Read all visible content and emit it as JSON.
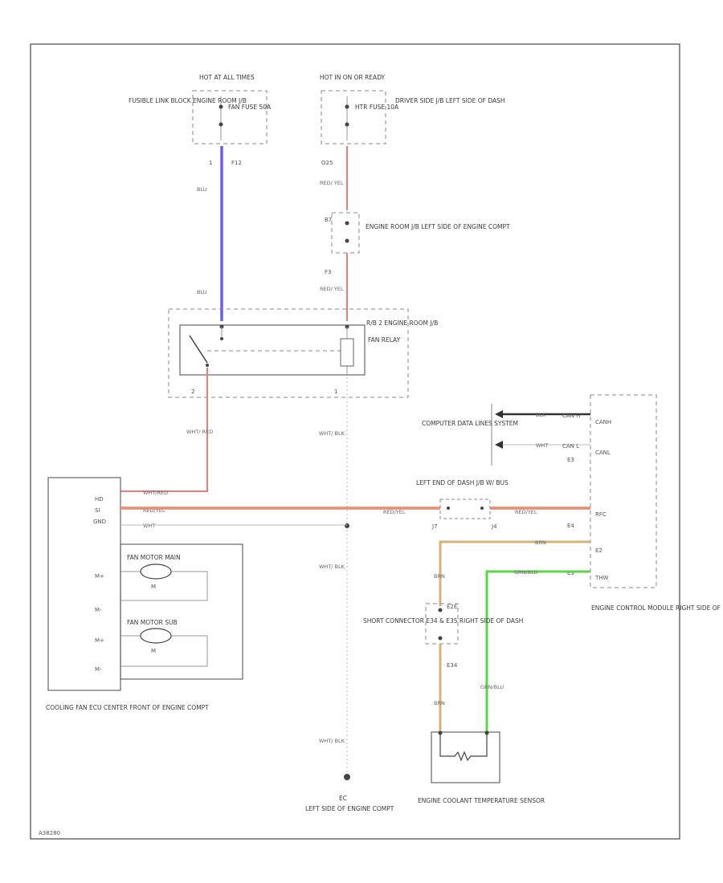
{
  "fusible_block": {
    "hot_label": "HOT AT ALL TIMES",
    "fuse": "FAN FUSE 50A",
    "location": "FUSIBLE LINK BLOCK ENGINE ROOM J/B",
    "pin_top": "1",
    "connector": "F12"
  },
  "driver_jb": {
    "hot_label": "HOT IN ON OR READY",
    "fuse": "HTR FUSE 10A",
    "location": "DRIVER SIDE J/B LEFT SIDE OF DASH",
    "pin": "O25"
  },
  "engine_room_jb": {
    "pin_top": "B7",
    "pin_bottom": "F3",
    "location": "ENGINE ROOM J/B LEFT SIDE OF ENGINE COMPT"
  },
  "fan_relay": {
    "label": "FAN RELAY",
    "location": "R/B 2 ENGINE ROOM J/B",
    "pin_left": "2",
    "pin_right": "1"
  },
  "wires": {
    "blu_top": "BLU",
    "blu_mid": "BLU",
    "redyel_top": "RED/ YEL",
    "redyel_mid": "RED/ YEL",
    "whtred": "WHT/ RED",
    "whtblk_1": "WHT/ BLK",
    "whtblk_2": "WHT/ BLK",
    "whtblk_3": "WHT/ BLK",
    "ecu_wht_red": "WHT/RED",
    "ecu_red_yel": "RED/YEL",
    "ecu_wht": "WHT",
    "ry_mid": "RED/YEL",
    "ry_right": "RED/YEL",
    "brn_h": "BRN",
    "brn_v1": "BRN",
    "brn_v2": "BRN",
    "grn_h": "GRN/BLU",
    "grn_v": "GRN/BLU",
    "blk_h": "BLK",
    "wht_h": "WHT"
  },
  "computer_data": {
    "label": "COMPUTER DATA LINES SYSTEM",
    "pin1": "CAN H",
    "pin2": "CAN L"
  },
  "ecm": {
    "pins": [
      "CANH",
      "CANL",
      "RFC",
      "E2",
      "THW"
    ],
    "pin_nums": [
      "E3",
      "E4",
      "E3"
    ],
    "location": "ENGINE CONTROL MODULE RIGHT SIDE OF DASH"
  },
  "left_jb": {
    "label": "LEFT END OF DASH J/B W/ BUS",
    "pin_left": "J7",
    "pin_right": "J4"
  },
  "short_conn": {
    "pin_top": "E2E",
    "pin_bottom": "E34",
    "label": "SHORT CONNECTOR E34 & E35 RIGHT SIDE OF DASH"
  },
  "cooling_ecu": {
    "pins": [
      "HD",
      "SI",
      "GND"
    ],
    "motor_main": "FAN MOTOR MAIN",
    "motor_sub": "FAN MOTOR SUB",
    "motor_pins": [
      "M+",
      "M-",
      "M+",
      "M-"
    ],
    "location": "COOLING FAN ECU CENTER FRONT OF ENGINE COMPT"
  },
  "ground": {
    "id": "EC",
    "location": "LEFT SIDE OF ENGINE COMPT"
  },
  "sensor": {
    "label": "ENGINE COOLANT TEMPERATURE SENSOR"
  },
  "footer_id": "A38280"
}
